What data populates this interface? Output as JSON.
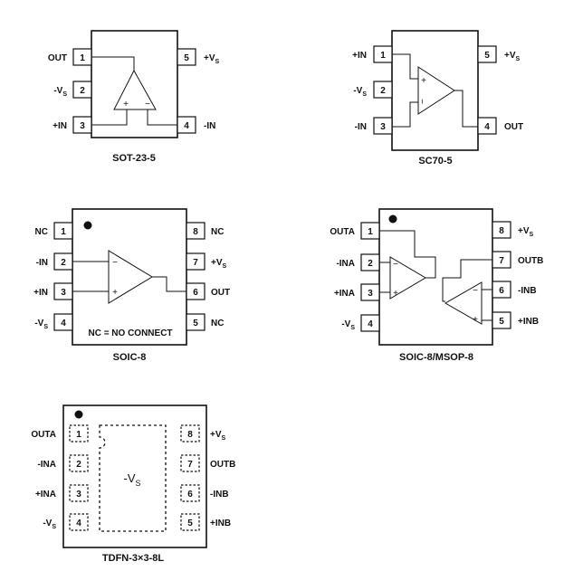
{
  "packages": [
    {
      "name": "SOT-23-5",
      "pins": [
        {
          "num": "1",
          "label": "OUT"
        },
        {
          "num": "2",
          "label": "-V",
          "sub": "S"
        },
        {
          "num": "3",
          "label": "+IN"
        },
        {
          "num": "4",
          "label": "-IN"
        },
        {
          "num": "5",
          "label": "+V",
          "sub": "S"
        }
      ]
    },
    {
      "name": "SC70-5",
      "pins": [
        {
          "num": "1",
          "label": "+IN"
        },
        {
          "num": "2",
          "label": "-V",
          "sub": "S"
        },
        {
          "num": "3",
          "label": "-IN"
        },
        {
          "num": "4",
          "label": "OUT"
        },
        {
          "num": "5",
          "label": "+V",
          "sub": "S"
        }
      ]
    },
    {
      "name": "SOIC-8",
      "note": "NC = NO CONNECT",
      "pins": [
        {
          "num": "1",
          "label": "NC"
        },
        {
          "num": "2",
          "label": "-IN"
        },
        {
          "num": "3",
          "label": "+IN"
        },
        {
          "num": "4",
          "label": "-V",
          "sub": "S"
        },
        {
          "num": "5",
          "label": "NC"
        },
        {
          "num": "6",
          "label": "OUT"
        },
        {
          "num": "7",
          "label": "+V",
          "sub": "S"
        },
        {
          "num": "8",
          "label": "NC"
        }
      ]
    },
    {
      "name": "SOIC-8/MSOP-8",
      "pins": [
        {
          "num": "1",
          "label": "OUTA"
        },
        {
          "num": "2",
          "label": "-INA"
        },
        {
          "num": "3",
          "label": "+INA"
        },
        {
          "num": "4",
          "label": "-V",
          "sub": "S"
        },
        {
          "num": "5",
          "label": "+INB"
        },
        {
          "num": "6",
          "label": "-INB"
        },
        {
          "num": "7",
          "label": "OUTB"
        },
        {
          "num": "8",
          "label": "+V",
          "sub": "S"
        }
      ]
    },
    {
      "name": "TDFN-3×3-8L",
      "pad_label": "-V",
      "pad_sub": "S",
      "pins": [
        {
          "num": "1",
          "label": "OUTA"
        },
        {
          "num": "2",
          "label": "-INA"
        },
        {
          "num": "3",
          "label": "+INA"
        },
        {
          "num": "4",
          "label": "-V",
          "sub": "S"
        },
        {
          "num": "5",
          "label": "+INB"
        },
        {
          "num": "6",
          "label": "-INB"
        },
        {
          "num": "7",
          "label": "OUTB"
        },
        {
          "num": "8",
          "label": "+V",
          "sub": "S"
        }
      ]
    }
  ],
  "symbols": {
    "plus": "+",
    "minus": "−"
  }
}
